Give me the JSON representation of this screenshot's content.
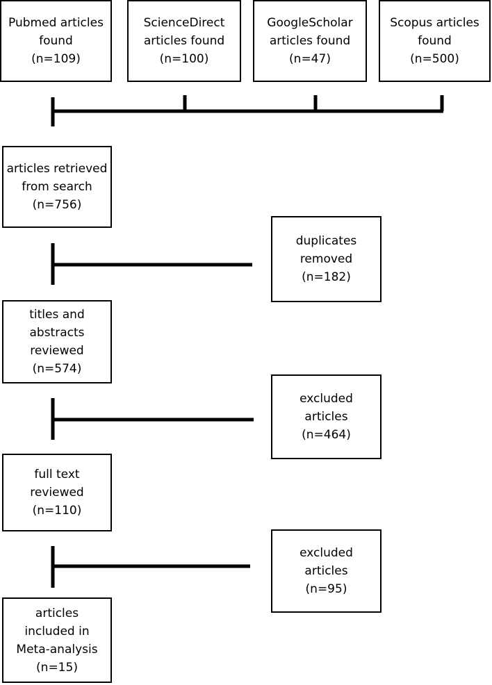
{
  "sources": [
    {
      "lines": [
        "Pubmed articles",
        "found",
        "(n=109)"
      ]
    },
    {
      "lines": [
        "ScienceDirect",
        "articles found",
        "(n=100)"
      ]
    },
    {
      "lines": [
        "GoogleScholar",
        "articles found",
        "(n=47)"
      ]
    },
    {
      "lines": [
        "Scopus articles",
        "found",
        "(n=500)"
      ]
    }
  ],
  "main_steps": [
    {
      "lines": [
        "articles retrieved",
        "from search",
        "(n=756)"
      ]
    },
    {
      "lines": [
        "titles and",
        "abstracts",
        "reviewed",
        "(n=574)"
      ]
    },
    {
      "lines": [
        "full text",
        "reviewed",
        "(n=110)"
      ]
    },
    {
      "lines": [
        "articles",
        "included in",
        "Meta-analysis",
        "(n=15)"
      ]
    }
  ],
  "exclusions": [
    {
      "lines": [
        "duplicates",
        "removed",
        "(n=182)"
      ]
    },
    {
      "lines": [
        "excluded",
        "articles",
        "(n=464)"
      ]
    },
    {
      "lines": [
        "excluded",
        "articles",
        "(n=95)"
      ]
    }
  ],
  "colors": {
    "stroke": "#000000",
    "background": "#ffffff"
  }
}
